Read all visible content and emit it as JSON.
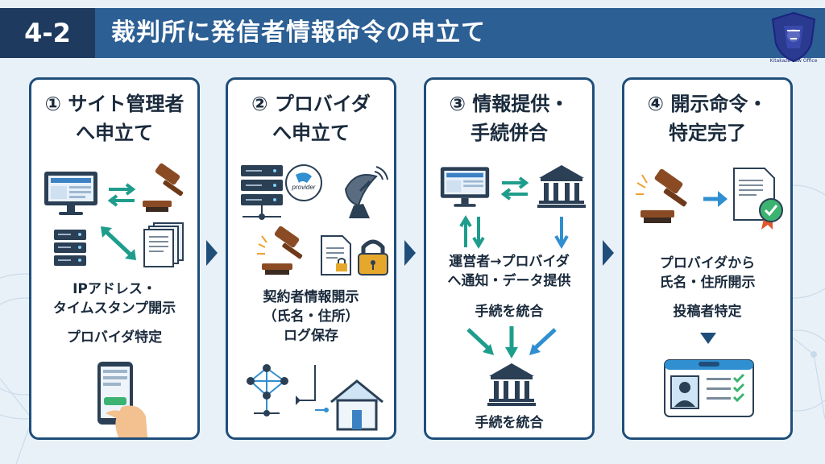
{
  "header": {
    "number": "4-2",
    "title": "裁判所に発信者情報命令の申立て"
  },
  "logo": {
    "text": "Kitakaze Law Office"
  },
  "steps": [
    {
      "title": "① サイト管理者\nへ申立て",
      "texts": [
        "IPアドレス・\nタイムスタンプ開示",
        "プロバイダ特定"
      ]
    },
    {
      "title": "② プロバイダ\nへ申立て",
      "badge": "provider",
      "texts": [
        "契約者情報開示\n（氏名・住所）\nログ保存"
      ]
    },
    {
      "title": "③ 情報提供・\n手続併合",
      "texts": [
        "運営者→プロバイダ\nへ通知・データ提供",
        "手続を統合",
        "手続を統合"
      ]
    },
    {
      "title": "④ 開示命令・\n特定完了",
      "texts": [
        "プロバイダから\n氏名・住所開示",
        "投稿者特定"
      ]
    }
  ],
  "colors": {
    "header": "#2c5f94",
    "header_dark": "#1e3a5f",
    "accent": "#1f4e7a",
    "arrow_teal": "#1f9d8c",
    "arrow_blue": "#2f8fd0",
    "gavel": "#8a4b24"
  }
}
